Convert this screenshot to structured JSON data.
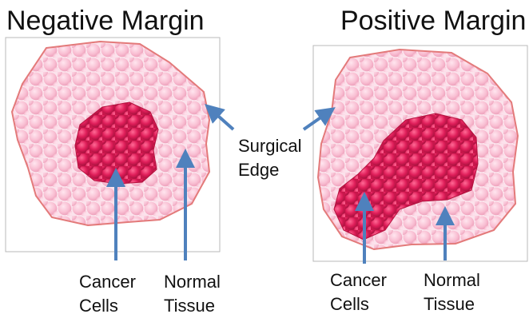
{
  "titles": {
    "left": "Negative Margin",
    "right": "Positive Margin"
  },
  "labels": {
    "left_cancer": [
      "Cancer",
      "Cells"
    ],
    "left_normal": [
      "Normal",
      "Tissue"
    ],
    "surgical_edge": [
      "Surgical",
      "Edge"
    ],
    "right_cancer": [
      "Cancer",
      "Cells"
    ],
    "right_normal": [
      "Normal",
      "Tissue"
    ]
  },
  "colors": {
    "normal_tissue": "#f7b6cc",
    "tissue_outline": "#e37a7a",
    "cancer_cells": "#e01e5a",
    "arrow": "#4f81bd"
  }
}
